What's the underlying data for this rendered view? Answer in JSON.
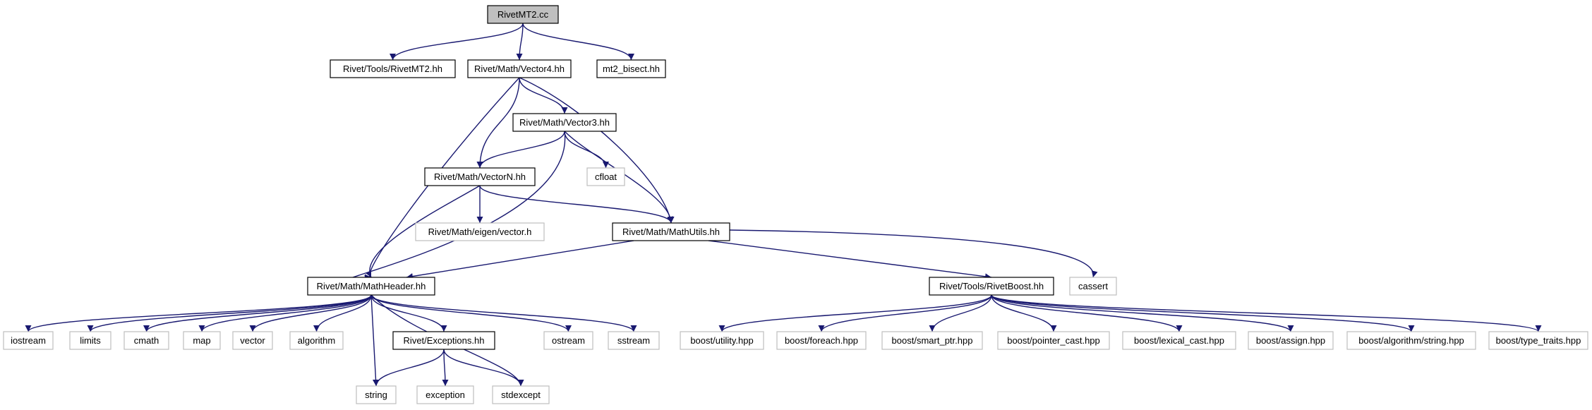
{
  "colors": {
    "edge": "#191970",
    "root_fill": "#bfbfbf",
    "node_border": "#000000",
    "external_border": "#bfbfbf",
    "external_text": "#555555"
  },
  "nodes": {
    "root": {
      "label": "RivetMT2.cc",
      "kind": "root"
    },
    "rivetmt2_hh": {
      "label": "Rivet/Tools/RivetMT2.hh",
      "kind": "file"
    },
    "vector4": {
      "label": "Rivet/Math/Vector4.hh",
      "kind": "file"
    },
    "mt2_bisect": {
      "label": "mt2_bisect.hh",
      "kind": "file"
    },
    "vector3": {
      "label": "Rivet/Math/Vector3.hh",
      "kind": "file"
    },
    "vectorn": {
      "label": "Rivet/Math/VectorN.hh",
      "kind": "file"
    },
    "cfloat": {
      "label": "cfloat",
      "kind": "external"
    },
    "eigen_vector": {
      "label": "Rivet/Math/eigen/vector.h",
      "kind": "external"
    },
    "mathutils": {
      "label": "Rivet/Math/MathUtils.hh",
      "kind": "file"
    },
    "mathheader": {
      "label": "Rivet/Math/MathHeader.hh",
      "kind": "file"
    },
    "rivetboost": {
      "label": "Rivet/Tools/RivetBoost.hh",
      "kind": "file"
    },
    "cassert": {
      "label": "cassert",
      "kind": "external"
    },
    "iostream": {
      "label": "iostream",
      "kind": "external"
    },
    "limits": {
      "label": "limits",
      "kind": "external"
    },
    "cmath": {
      "label": "cmath",
      "kind": "external"
    },
    "map": {
      "label": "map",
      "kind": "external"
    },
    "vector": {
      "label": "vector",
      "kind": "external"
    },
    "algorithm": {
      "label": "algorithm",
      "kind": "external"
    },
    "exceptions": {
      "label": "Rivet/Exceptions.hh",
      "kind": "file"
    },
    "ostream": {
      "label": "ostream",
      "kind": "external"
    },
    "sstream": {
      "label": "sstream",
      "kind": "external"
    },
    "string": {
      "label": "string",
      "kind": "external"
    },
    "exception": {
      "label": "exception",
      "kind": "external"
    },
    "stdexcept": {
      "label": "stdexcept",
      "kind": "external"
    },
    "boost_utility": {
      "label": "boost/utility.hpp",
      "kind": "external"
    },
    "boost_foreach": {
      "label": "boost/foreach.hpp",
      "kind": "external"
    },
    "boost_smart_ptr": {
      "label": "boost/smart_ptr.hpp",
      "kind": "external"
    },
    "boost_pointer_cast": {
      "label": "boost/pointer_cast.hpp",
      "kind": "external"
    },
    "boost_lexical_cast": {
      "label": "boost/lexical_cast.hpp",
      "kind": "external"
    },
    "boost_assign": {
      "label": "boost/assign.hpp",
      "kind": "external"
    },
    "boost_algorithm_string": {
      "label": "boost/algorithm/string.hpp",
      "kind": "external"
    },
    "boost_type_traits": {
      "label": "boost/type_traits.hpp",
      "kind": "external"
    }
  },
  "edges": [
    [
      "root",
      "rivetmt2_hh"
    ],
    [
      "root",
      "vector4"
    ],
    [
      "root",
      "mt2_bisect"
    ],
    [
      "vector4",
      "vector3"
    ],
    [
      "vector4",
      "vectorn"
    ],
    [
      "vector4",
      "mathutils"
    ],
    [
      "vector4",
      "mathheader"
    ],
    [
      "vector3",
      "vectorn"
    ],
    [
      "vector3",
      "cfloat"
    ],
    [
      "vector3",
      "mathutils"
    ],
    [
      "vector3",
      "mathheader"
    ],
    [
      "vectorn",
      "eigen_vector"
    ],
    [
      "vectorn",
      "mathutils"
    ],
    [
      "vectorn",
      "mathheader"
    ],
    [
      "mathutils",
      "mathheader"
    ],
    [
      "mathutils",
      "rivetboost"
    ],
    [
      "mathutils",
      "cassert"
    ],
    [
      "mathheader",
      "iostream"
    ],
    [
      "mathheader",
      "limits"
    ],
    [
      "mathheader",
      "cmath"
    ],
    [
      "mathheader",
      "map"
    ],
    [
      "mathheader",
      "vector"
    ],
    [
      "mathheader",
      "algorithm"
    ],
    [
      "mathheader",
      "string"
    ],
    [
      "mathheader",
      "exceptions"
    ],
    [
      "mathheader",
      "stdexcept"
    ],
    [
      "mathheader",
      "ostream"
    ],
    [
      "mathheader",
      "sstream"
    ],
    [
      "exceptions",
      "string"
    ],
    [
      "exceptions",
      "exception"
    ],
    [
      "exceptions",
      "stdexcept"
    ],
    [
      "rivetboost",
      "boost_utility"
    ],
    [
      "rivetboost",
      "boost_foreach"
    ],
    [
      "rivetboost",
      "boost_smart_ptr"
    ],
    [
      "rivetboost",
      "boost_pointer_cast"
    ],
    [
      "rivetboost",
      "boost_lexical_cast"
    ],
    [
      "rivetboost",
      "boost_assign"
    ],
    [
      "rivetboost",
      "boost_algorithm_string"
    ],
    [
      "rivetboost",
      "boost_type_traits"
    ]
  ]
}
